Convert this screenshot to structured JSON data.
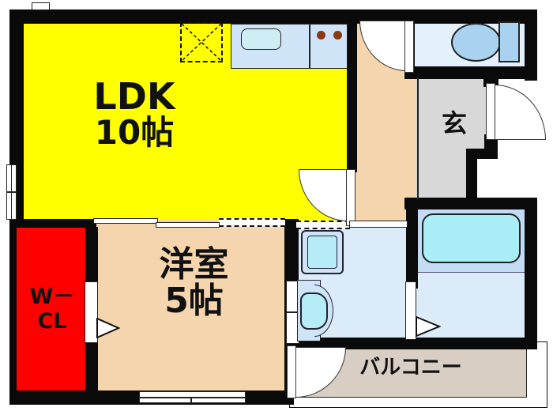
{
  "rooms": {
    "ldk": {
      "name": "LDK",
      "size": "10帖"
    },
    "western_room": {
      "name": "洋室",
      "size": "5帖"
    },
    "walk_in_closet": {
      "line1": "W－",
      "line2": "CL"
    },
    "entrance": {
      "name": "玄"
    },
    "balcony": {
      "name": "バルコニー"
    }
  },
  "colors": {
    "ldk": "#ffff00",
    "western_room": "#f5d5ae",
    "hallway": "#f5d5ae",
    "walk_in_closet": "#fe0000",
    "entrance": "#d8d8d8",
    "balcony": "#d8cec3",
    "wet_area_floor": "#dcebf8",
    "bath_zone": "#c3dcf4",
    "fixture_cyan": "#aeeef8",
    "counter_blue": "#cfe4f7",
    "toilet_blue": "#a9d2f0",
    "burner_brown": "#8a3a12",
    "wall": "#0a0a0a"
  },
  "fixtures": [
    "kitchen-counter",
    "kitchen-sink",
    "stove-burners",
    "refrigerator-space",
    "toilet",
    "bathtub",
    "washing-machine",
    "wash-basin"
  ]
}
